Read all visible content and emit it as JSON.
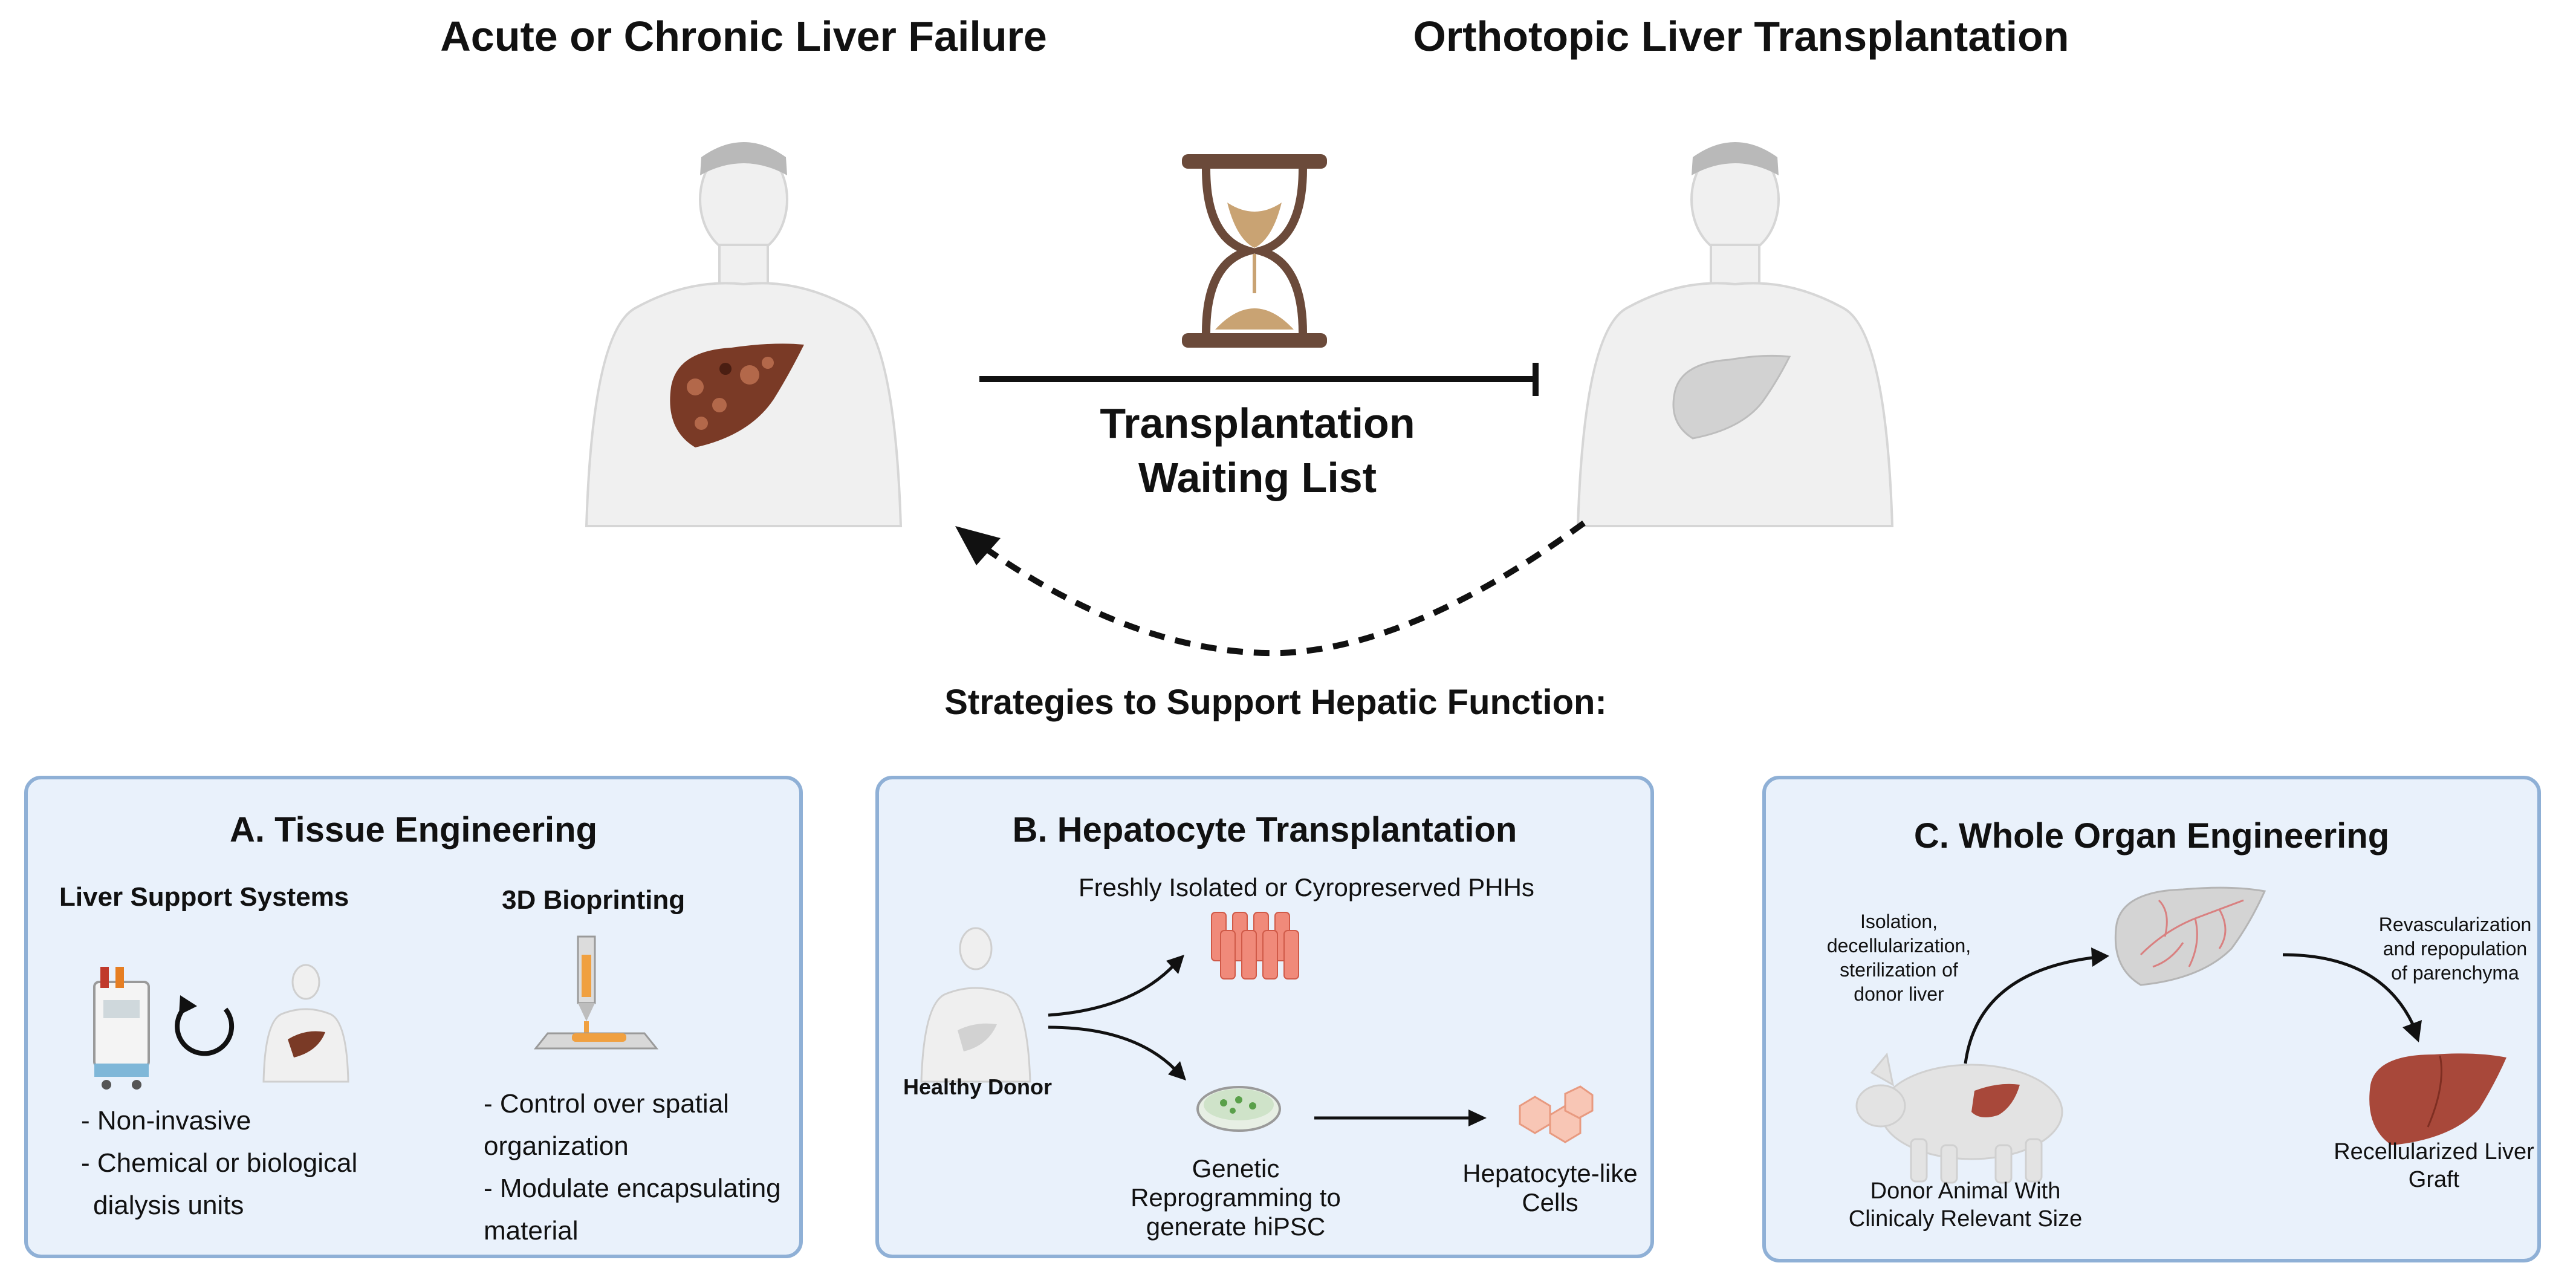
{
  "top": {
    "left_title": "Acute or Chronic Liver Failure",
    "right_title": "Orthotopic Liver Transplantation",
    "waiting_list_line1": "Transplantation",
    "waiting_list_line2": "Waiting List",
    "strategies_title": "Strategies to Support Hepatic Function:"
  },
  "panel_a": {
    "title": "A. Tissue Engineering",
    "liver_support_title": "Liver Support Systems",
    "bioprinting_title": "3D Bioprinting",
    "liver_support_bullets": [
      "- Non-invasive",
      "- Chemical or biological",
      "dialysis units"
    ],
    "bioprinting_bullets": [
      "- Control over spatial",
      "organization",
      "- Modulate encapsulating",
      "material"
    ]
  },
  "panel_b": {
    "title": "B. Hepatocyte Transplantation",
    "phh_label": "Freshly Isolated or Cyropreserved PHHs",
    "donor_label": "Healthy Donor",
    "reprogramming_label": [
      "Genetic",
      "Reprogramming to",
      "generate hiPSC"
    ],
    "hepatocyte_like_label": [
      "Hepatocyte-like",
      "Cells"
    ]
  },
  "panel_c": {
    "title": "C. Whole Organ Engineering",
    "isolation_label": [
      "Isolation,",
      "decellularization,",
      "sterilization of",
      "donor liver"
    ],
    "revascularization_label": [
      "Revascularization",
      "and repopulation",
      "of parenchyma"
    ],
    "donor_animal_label": [
      "Donor Animal With",
      "Clinicaly Relevant Size"
    ],
    "graft_label": [
      "Recellularized Liver",
      "Graft"
    ]
  },
  "colors": {
    "panel_fill": "#e9f1fb",
    "panel_border": "#8fb0d6",
    "diseased_liver": "#7a3a26",
    "healthy_liver": "#a8483a",
    "hourglass_frame": "#6b4a3a",
    "sand": "#c9a373"
  }
}
